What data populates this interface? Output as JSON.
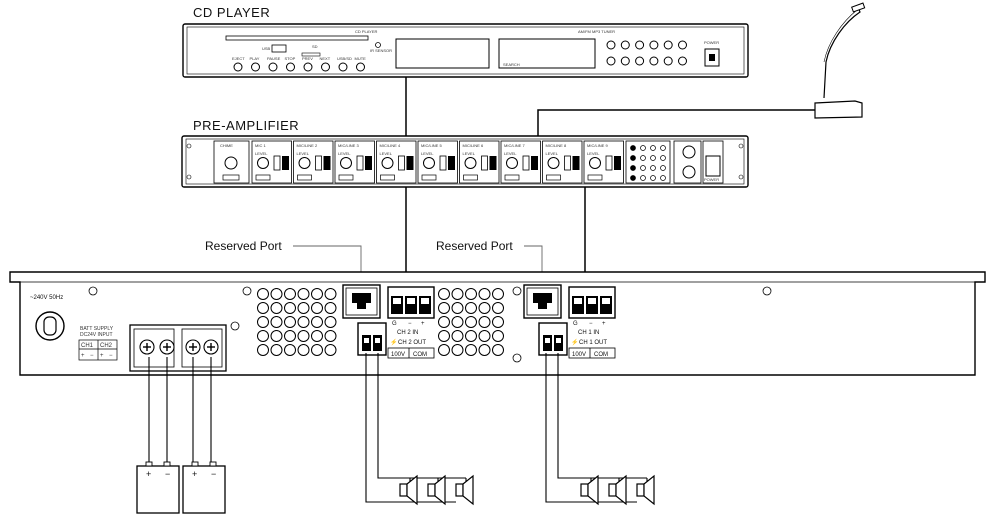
{
  "devices": {
    "cd_player": {
      "title": "CD PLAYER",
      "panel_text": "CD PLAYER",
      "tuner_text": "AM/FM MP3 TUNER",
      "buttons": [
        "EJECT",
        "PLAY",
        "PAUSE",
        "STOP",
        "PREV",
        "NEXT",
        "USB/SD",
        "MUTE"
      ],
      "ir_label": "IR SENSOR",
      "display_caption": "SEARCH",
      "power_label": "POWER",
      "usb_label": "USB",
      "sd_label": "SD"
    },
    "pre_amplifier": {
      "title": "PRE-AMPLIFIER",
      "channels": [
        "MIC 1",
        "MIC/LINE 2",
        "MIC/LINE 3",
        "MIC/LINE 4",
        "MIC/LINE 5",
        "MIC/LINE 6",
        "MIC/LINE 7",
        "MIC/LINE 8",
        "MIC/LINE 9"
      ],
      "chime_label": "CHIME",
      "level_label": "LEVEL",
      "power_label": "POWER"
    },
    "amplifier": {
      "mains_label": "~240V 50Hz",
      "batt_label_1": "BATT SUPPLY",
      "batt_label_2": "DC24V INPUT",
      "ch1_label": "CH1",
      "ch2_label": "CH2",
      "ch2_in": "CH 2 IN",
      "ch2_out": "CH 2 OUT",
      "ch1_in": "CH 1 IN",
      "ch1_out": "CH 1 OUT",
      "terminal_g": "G",
      "terminal_minus": "−",
      "terminal_plus": "+",
      "out_100v": "100V",
      "out_com": "COM"
    }
  },
  "annotations": {
    "reserved_port_left": "Reserved Port",
    "reserved_port_right": "Reserved Port"
  },
  "batteries": [
    {
      "plus": "+",
      "minus": "−"
    },
    {
      "plus": "+",
      "minus": "−"
    }
  ],
  "speaker_groups": [
    {
      "name": "ch2-speakers",
      "count": 3
    },
    {
      "name": "ch1-speakers",
      "count": 3
    }
  ],
  "icons": [
    "microphone-icon",
    "speaker-icon",
    "battery-icon",
    "ethernet-port-icon",
    "terminal-block-icon",
    "usb-icon"
  ]
}
